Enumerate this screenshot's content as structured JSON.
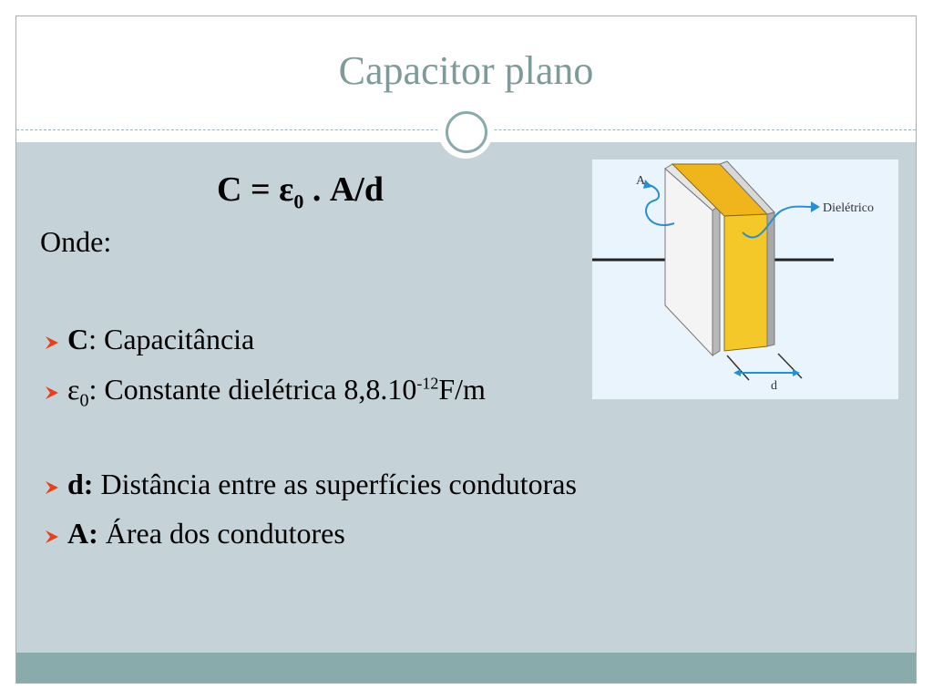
{
  "slide": {
    "title": "Capacitor plano"
  },
  "formula": {
    "lhs": "C = ε",
    "sub": "0",
    "rhs": " . A/d"
  },
  "onde_label": "Onde:",
  "bullets": [
    {
      "bold": "C",
      "rest": ": Capacitância"
    },
    {
      "symbol": "ε",
      "sub": "0",
      "rest_before_exp": ": Constante dielétrica 8,8.10",
      "exp": "-12",
      "rest_after_exp": "F/m"
    },
    {
      "bold": "d:",
      "rest": " Distância entre as superfícies condutoras"
    },
    {
      "bold": "A:",
      "rest": " Área dos condutores"
    }
  ],
  "figure": {
    "label_a": "A",
    "label_dieletrico": "Dielétrico",
    "label_d": "d"
  },
  "colors": {
    "title": "#7e9a99",
    "content_bg": "#c5d2d8",
    "footer_bg": "#8aabab",
    "bullet_arrow": "#e8401c",
    "dielectric": "#f2c21c",
    "arrow_blue": "#2a8fd0"
  }
}
